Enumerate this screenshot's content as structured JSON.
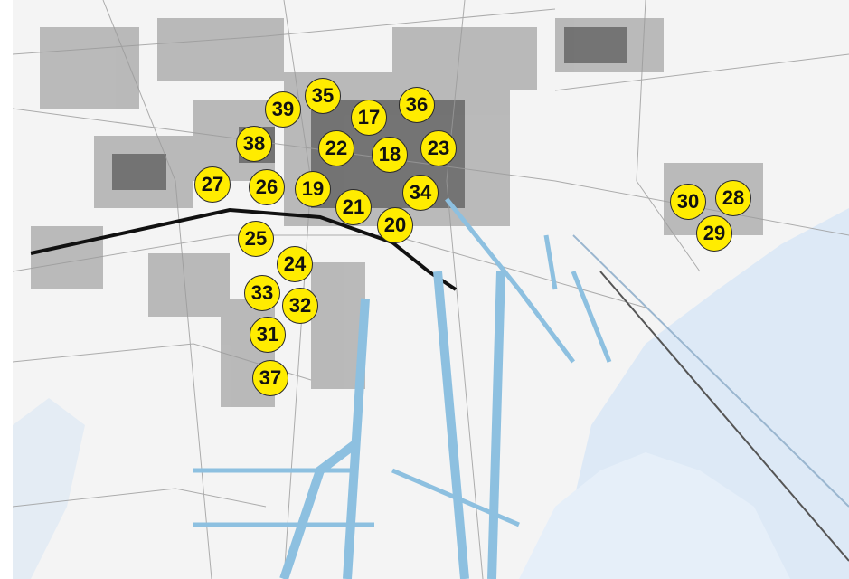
{
  "map": {
    "colors": {
      "land": "#f4f4f4",
      "urban": "#3a3a3a",
      "road": "#9a9a9a",
      "water": "#a9cde6",
      "lagoon": "#dde9f6",
      "marker_fill": "#ffec00",
      "marker_text": "#111111"
    },
    "markers": [
      {
        "label": "35"
      },
      {
        "label": "39"
      },
      {
        "label": "17"
      },
      {
        "label": "36"
      },
      {
        "label": "38"
      },
      {
        "label": "22"
      },
      {
        "label": "18"
      },
      {
        "label": "23"
      },
      {
        "label": "27"
      },
      {
        "label": "26"
      },
      {
        "label": "19"
      },
      {
        "label": "21"
      },
      {
        "label": "34"
      },
      {
        "label": "20"
      },
      {
        "label": "25"
      },
      {
        "label": "24"
      },
      {
        "label": "33"
      },
      {
        "label": "32"
      },
      {
        "label": "31"
      },
      {
        "label": "37"
      },
      {
        "label": "30"
      },
      {
        "label": "28"
      },
      {
        "label": "29"
      }
    ]
  }
}
